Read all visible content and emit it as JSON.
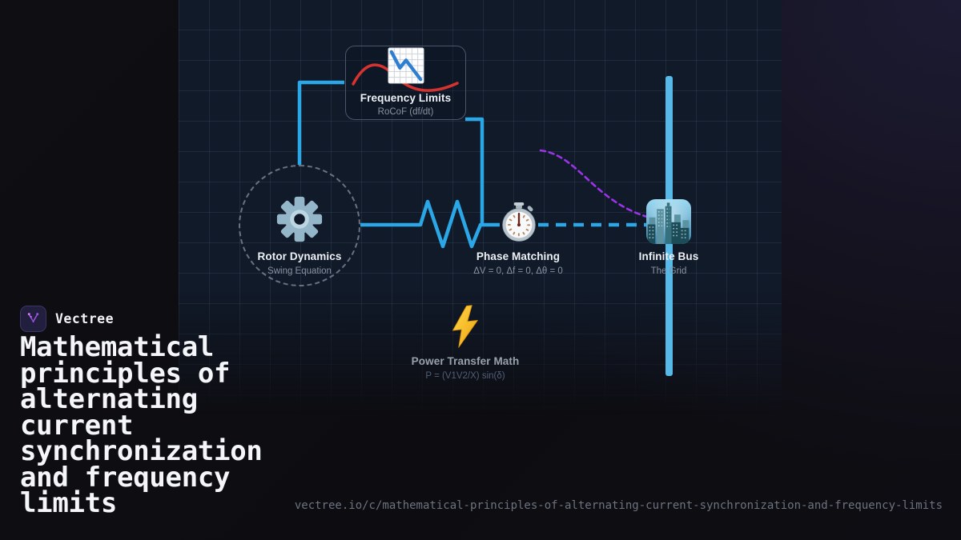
{
  "brand": {
    "name": "Vectree"
  },
  "title": {
    "text": "Mathematical principles of alternating current synchronization and frequency limits"
  },
  "footer": {
    "url": "vectree.io/c/mathematical-principles-of-alternating-current-synchronization-and-frequency-limits"
  },
  "diagram": {
    "nodes": [
      {
        "id": "frequency-limits",
        "label": "Frequency Limits",
        "sublabel": "RoCoF (df/dt)",
        "icon": "chart-decreasing-icon"
      },
      {
        "id": "rotor-dynamics",
        "label": "Rotor Dynamics",
        "sublabel": "Swing Equation",
        "icon": "gear-icon"
      },
      {
        "id": "phase-matching",
        "label": "Phase Matching",
        "sublabel": "ΔV = 0, Δf = 0, Δθ = 0",
        "icon": "stopwatch-icon"
      },
      {
        "id": "infinite-bus",
        "label": "Infinite Bus",
        "sublabel": "The Grid",
        "icon": "cityscape-icon"
      },
      {
        "id": "power-transfer-math",
        "label": "Power Transfer Math",
        "sublabel": "P = (V1V2/X) sin(δ)",
        "icon": "high-voltage-icon"
      }
    ],
    "colors": {
      "line_blue": "#2BA7E8",
      "bus_bar": "#57B9E8",
      "purple_dashed": "#9B33E8",
      "red_curve": "#E23530",
      "dashed_circle": "#7E8896",
      "panel_grid": "#1C2738"
    }
  }
}
